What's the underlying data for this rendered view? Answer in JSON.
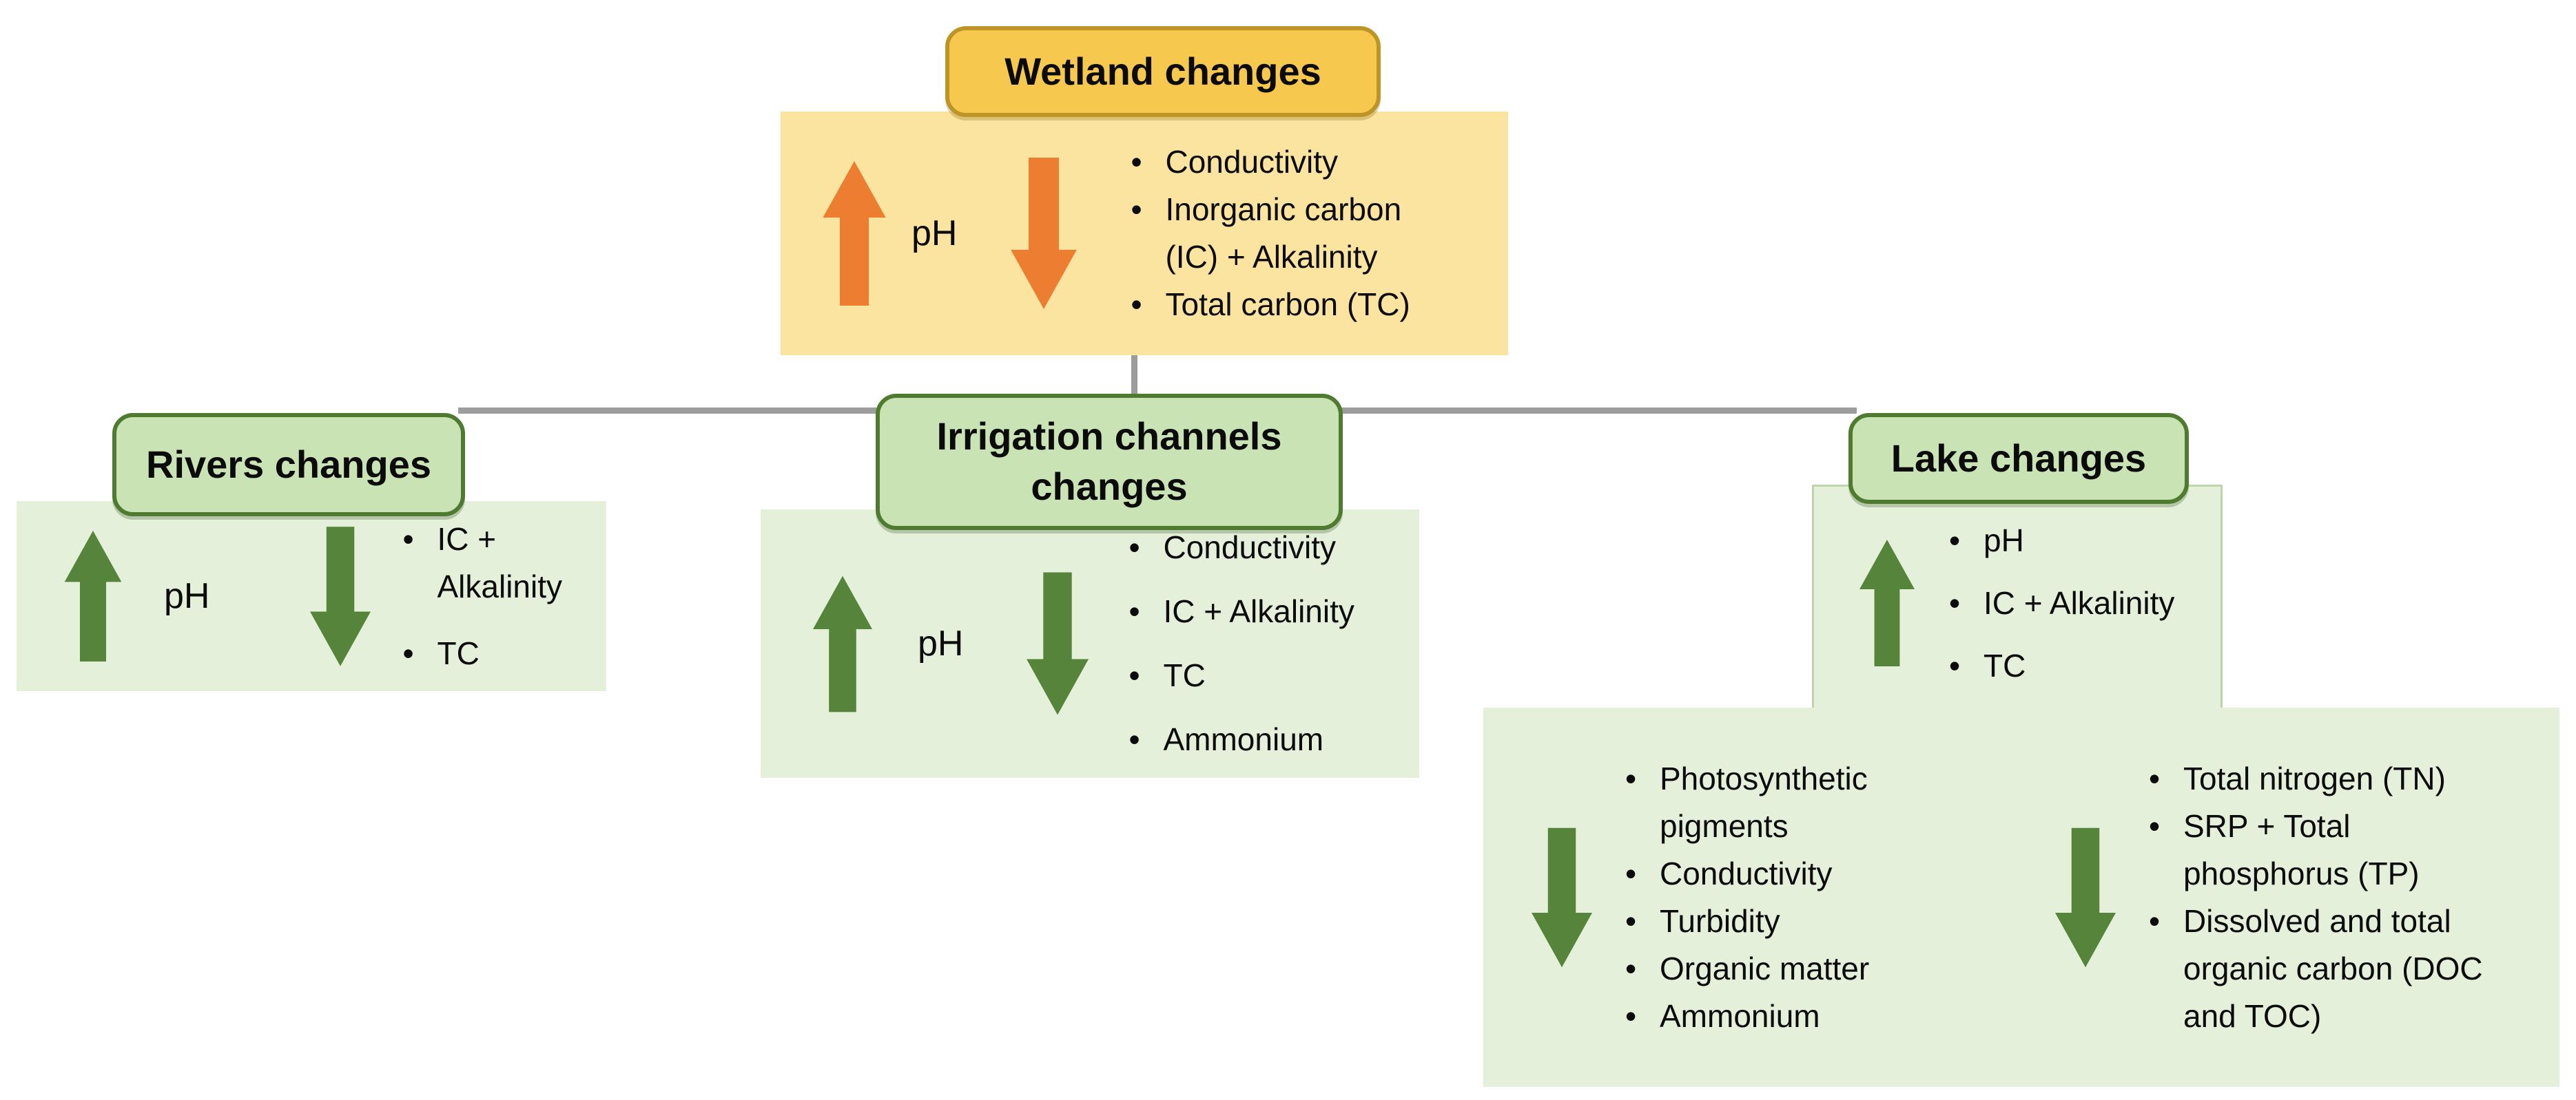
{
  "colors": {
    "gold_fill": "#F6C94E",
    "gold_border": "#BD9527",
    "gold_light": "#FBE3A0",
    "green_fill": "#C9E3B5",
    "green_border": "#4E7B2F",
    "green_light": "#E4F0DA",
    "arrow_orange": "#ED7D31",
    "arrow_green": "#55843A",
    "connector_gray": "#9D9D9D",
    "text_black": "#0B0B0B"
  },
  "icons": {
    "increase": "block-arrow-up",
    "decrease": "block-arrow-down"
  },
  "wetland": {
    "title": "Wetland changes",
    "ph_label": "pH",
    "decrease_bullets": [
      "Conductivity",
      "Inorganic carbon\n(IC) + Alkalinity",
      "Total carbon (TC)"
    ]
  },
  "rivers": {
    "title": "Rivers changes",
    "ph_label": "pH",
    "decrease_bullets": [
      "IC + Alkalinity",
      "TC"
    ]
  },
  "irrigation": {
    "title": "Irrigation channels changes",
    "ph_label": "pH",
    "decrease_bullets": [
      "Conductivity",
      "IC + Alkalinity",
      "TC",
      "Ammonium"
    ]
  },
  "lake": {
    "title": "Lake changes",
    "increase_bullets": [
      "pH",
      "IC + Alkalinity",
      "TC"
    ],
    "decrease_left_bullets": [
      "Photosynthetic\npigments",
      "Conductivity",
      "Turbidity",
      "Organic matter",
      "Ammonium"
    ],
    "decrease_right_bullets": [
      "Total nitrogen (TN)",
      "SRP +  Total\nphosphorus (TP)",
      "Dissolved and total\norganic carbon (DOC\nand TOC)"
    ]
  }
}
